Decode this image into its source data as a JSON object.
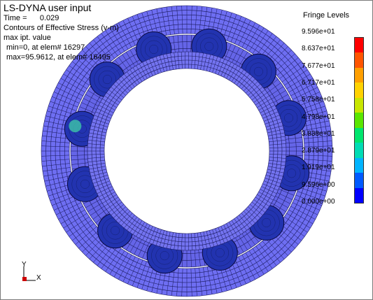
{
  "header": {
    "title": "LS-DYNA user input",
    "time_label": "Time =",
    "time_value": "0.029",
    "contours": "Contours of Effective Stress (v-m)",
    "max_ipt": "max ipt. value",
    "min_info": "min=0, at elem# 16297",
    "max_info": "max=95.9612, at elem# 16495"
  },
  "legend": {
    "title": "Fringe Levels",
    "levels": [
      "9.596e+01",
      "8.637e+01",
      "7.677e+01",
      "6.717e+01",
      "5.758e+01",
      "4.798e+01",
      "3.838e+01",
      "2.879e+01",
      "1.919e+01",
      "9.596e+00",
      "0.000e+00"
    ],
    "colors": [
      "#ff0000",
      "#ff5500",
      "#ff9f00",
      "#ffd200",
      "#c8e600",
      "#5ae600",
      "#00e66e",
      "#00dcb4",
      "#00b4ff",
      "#005aff",
      "#0000ff"
    ]
  },
  "triad": {
    "y_label": "Y",
    "x_label": "X"
  },
  "colors": {
    "outer_ring": "#6e6ef2",
    "inner_ring": "#7373f0",
    "cage": "#6565e8",
    "ball": "#2233b0",
    "mesh": "#18185a",
    "hotspot": "#3fd0a8"
  },
  "model": {
    "ball_count": 12
  }
}
